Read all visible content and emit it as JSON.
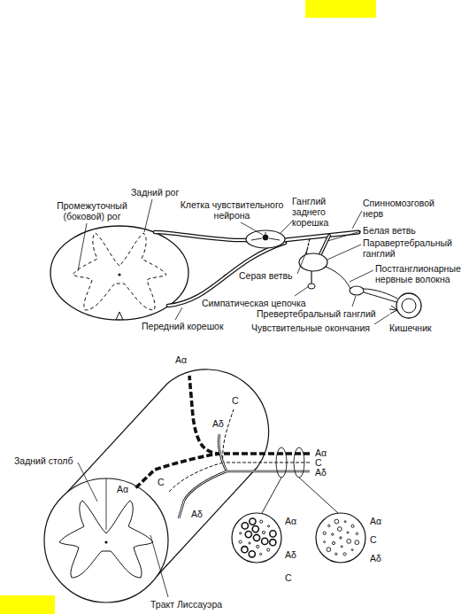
{
  "diagram": {
    "labels": [
      "Задний рог",
      "Клетка чувствительного нейрона",
      "Промежуточный (боковой) рог",
      "Ганглий заднего корешка",
      "Спинномозговой нерв",
      "Белая ветвь",
      "Паравертебральный ганглий",
      "Серая ветвь",
      "Постганглионарные нервные волокна",
      "Симпатическая цепочка",
      "Превертебральный ганглий",
      "Передний корешок",
      "Чувствительные окончания",
      "Кишечник",
      "Aα",
      "C",
      "Aδ",
      "Aα",
      "C",
      "Aδ",
      "Задний столб",
      "Aα",
      "C",
      "Aδ",
      "Aα",
      "Aδ",
      "C",
      "Aα",
      "C",
      "Aδ",
      "Тракт Лиссауэра"
    ]
  }
}
